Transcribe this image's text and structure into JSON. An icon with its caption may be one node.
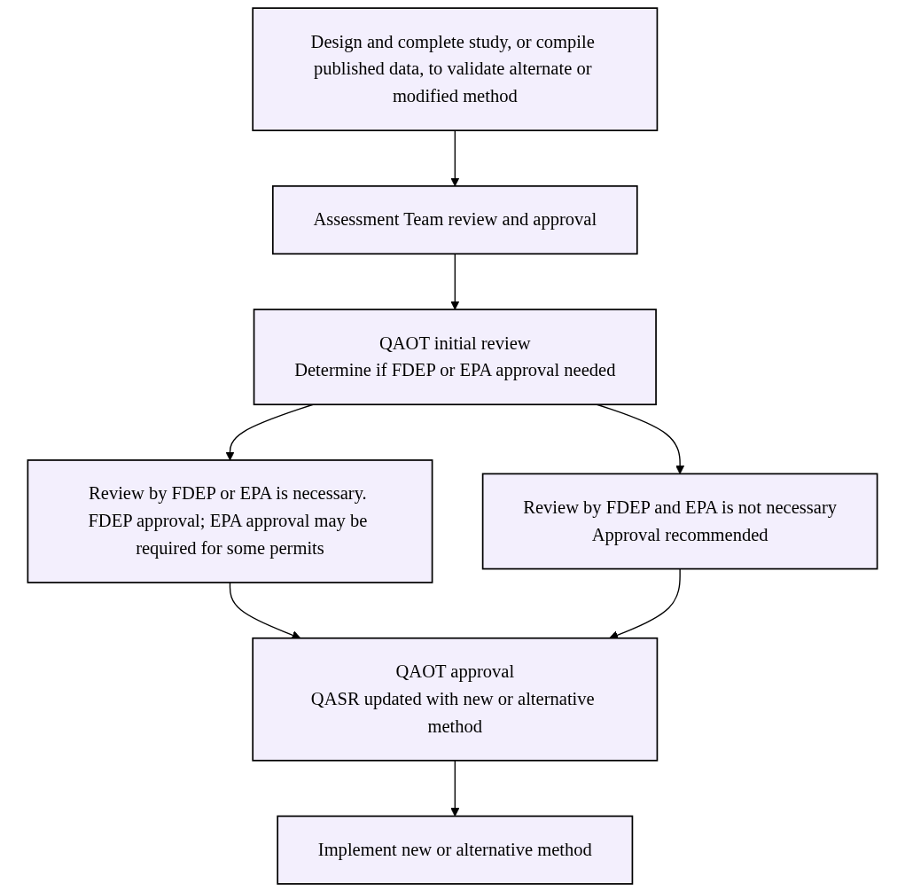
{
  "diagram": {
    "nodes": [
      {
        "text": [
          "Design and complete study, or compile published data, to validate alternate or modified method"
        ]
      },
      {
        "text": [
          "Assessment Team review and approval"
        ]
      },
      {
        "text": [
          "QAOT initial review",
          "Determine if FDEP or EPA approval needed"
        ]
      },
      {
        "text": [
          "Review by FDEP or EPA is necessary. FDEP approval; EPA approval may be required for some permits"
        ]
      },
      {
        "text": [
          "Review by FDEP and EPA is not necessary",
          "Approval recommended"
        ]
      },
      {
        "text": [
          "QAOT approval",
          "QASR updated with new or alternative method"
        ]
      },
      {
        "text": [
          "Implement new or alternative method"
        ]
      }
    ],
    "edges": [
      {
        "from": 0,
        "to": 1,
        "arrow": "to"
      },
      {
        "from": 1,
        "to": 2,
        "arrow": "to"
      },
      {
        "from": 2,
        "to": 3,
        "arrow": "to"
      },
      {
        "from": 2,
        "to": 4,
        "arrow": "to"
      },
      {
        "from": 3,
        "to": 5,
        "arrow": "to"
      },
      {
        "from": 4,
        "to": 5,
        "arrow": "to"
      },
      {
        "from": 5,
        "to": 6,
        "arrow": "to"
      }
    ]
  }
}
